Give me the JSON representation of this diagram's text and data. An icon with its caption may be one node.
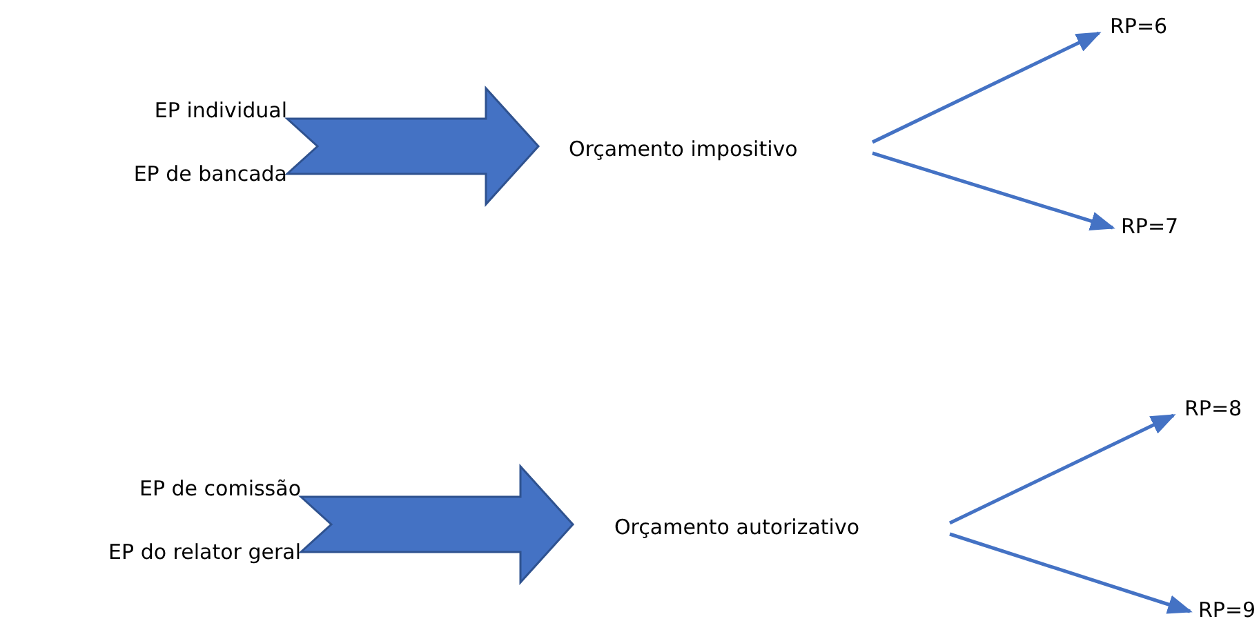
{
  "diagram": {
    "nodes": [
      {
        "text": [
          "EP individual",
          "EP de bancada"
        ]
      },
      {
        "text": [
          "Orçamento impositivo"
        ]
      },
      {
        "text": [
          "RP=6"
        ]
      },
      {
        "text": [
          "RP=7"
        ]
      },
      {
        "text": [
          "EP de comissão",
          "EP do relator geral"
        ]
      },
      {
        "text": [
          "Orçamento autorizativo"
        ]
      },
      {
        "text": [
          "RP=8"
        ]
      },
      {
        "text": [
          "RP=9"
        ]
      }
    ],
    "edges": [
      {
        "from": 0,
        "to": 1,
        "arrow": "to",
        "style": "thick"
      },
      {
        "from": 1,
        "to": 2,
        "arrow": "to"
      },
      {
        "from": 1,
        "to": 3,
        "arrow": "to"
      },
      {
        "from": 4,
        "to": 5,
        "arrow": "to",
        "style": "thick"
      },
      {
        "from": 5,
        "to": 6,
        "arrow": "to"
      },
      {
        "from": 5,
        "to": 7,
        "arrow": "to"
      }
    ]
  }
}
